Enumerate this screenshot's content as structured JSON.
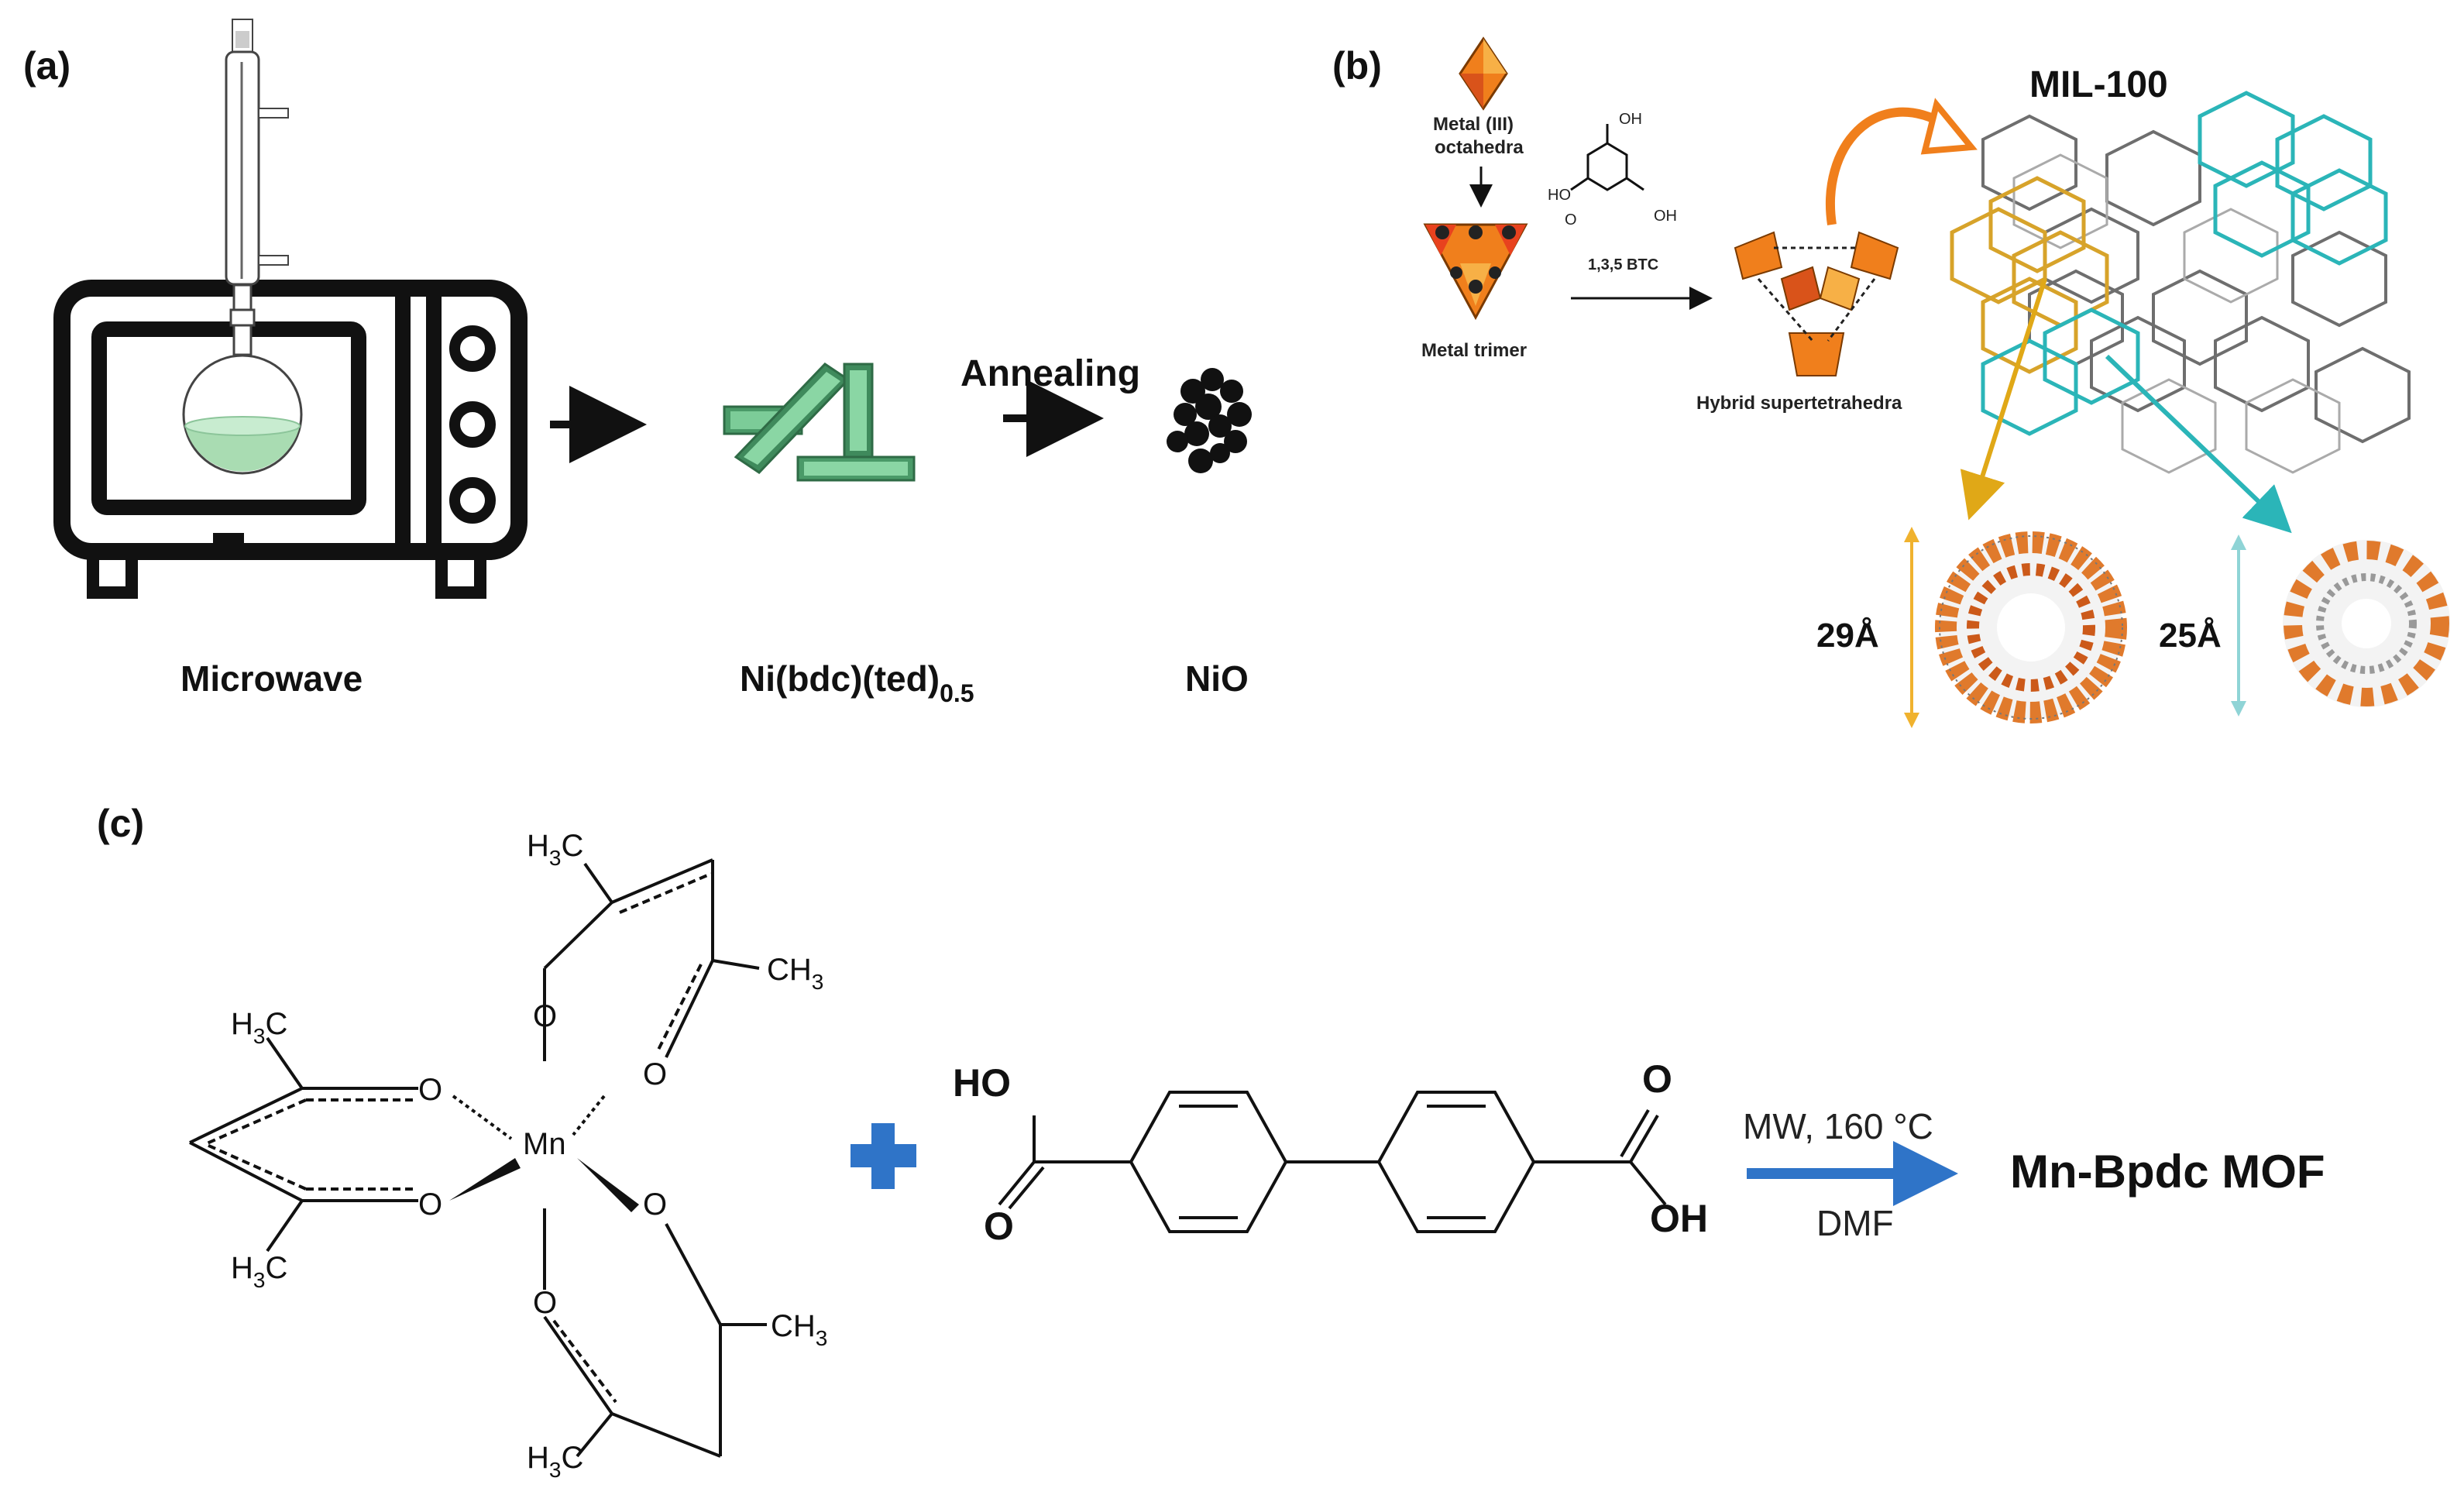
{
  "panel_a": {
    "label": "(a)",
    "microwave_label": "Microwave",
    "mof_label_main": "Ni(bdc)(ted)",
    "mof_label_sub": "0.5",
    "step_label": "Annealing",
    "product_label": "NiO"
  },
  "panel_b": {
    "label": "(b)",
    "octahedra_label_1": "Metal (III)",
    "octahedra_label_2": "octahedra",
    "trimer_label": "Metal trimer",
    "btc_label": "1,3,5 BTC",
    "supertetrahedra_label": "Hybrid supertetrahedra",
    "title": "MIL-100",
    "ho_label": "HO",
    "oh_label_1": "OH",
    "oh_label_2": "OH",
    "o_label": "O",
    "pore_large": "29Å",
    "pore_small": "25Å"
  },
  "panel_c": {
    "label": "(c)",
    "h3c_1": "H",
    "h3c_1_sub": "3",
    "h3c_1_tail": "C",
    "ch3_1_head": "CH",
    "ch3_1_sub": "3",
    "h3c_2": "H",
    "h3c_2_sub": "3",
    "h3c_2_tail": "C",
    "h3c_3": "H",
    "h3c_3_sub": "3",
    "h3c_3_tail": "C",
    "ch3_2_head": "CH",
    "ch3_2_sub": "3",
    "h3c_4": "H",
    "h3c_4_sub": "3",
    "h3c_4_tail": "C",
    "metal": "Mn",
    "oxygen": "O",
    "acid_ho": "HO",
    "acid_o_left": "O",
    "acid_o_right": "O",
    "acid_oh": "OH",
    "condition_top": "MW, 160 °C",
    "condition_bottom": "DMF",
    "product": "Mn-Bpdc MOF"
  },
  "colors": {
    "text": "#111111",
    "green_fill": "#a9dcb2",
    "crystal_dark": "#3f8a5c",
    "crystal_light": "#7ccc98",
    "orange": "#f07f1c",
    "teal": "#2bb5b8",
    "gold": "#d7a32a",
    "blue_arrow": "#2f74c8",
    "plus_blue": "#2f74c8"
  }
}
